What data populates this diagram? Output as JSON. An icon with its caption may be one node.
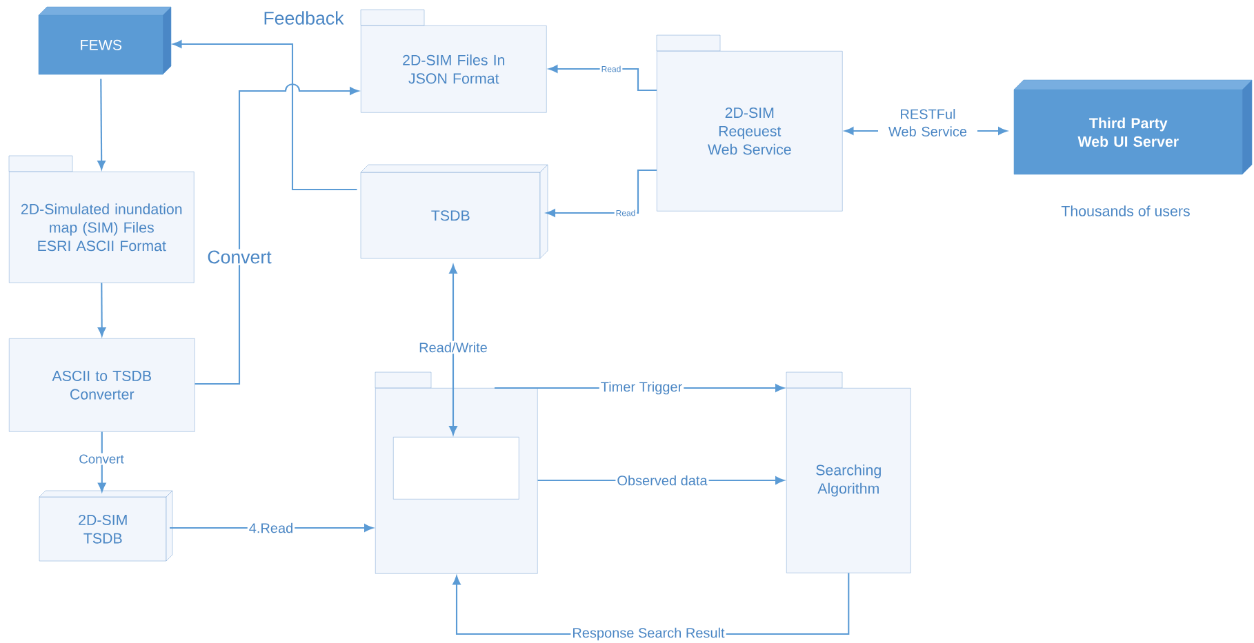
{
  "diagram": {
    "nodes": [
      {
        "text": [
          "FEWS"
        ]
      },
      {
        "text": [
          "2D-SIM Files In JSON Format"
        ]
      },
      {
        "text": [
          "2D-SIM Reqeuest Web Service"
        ]
      },
      {
        "text": [
          "Third Party Web UI Server"
        ],
        "beside": [
          "Thousands of users"
        ]
      },
      {
        "text": [
          "TSDB"
        ]
      },
      {
        "text": [
          "2D-Simulated inundation map (SIM) Files ESRI ASCII Format"
        ]
      },
      {
        "text": [
          "ASCII to TSDB Converter"
        ]
      },
      {
        "text": [
          "2D-SIM TSDB"
        ]
      },
      {
        "text": [],
        "shape": "box"
      },
      {
        "text": [],
        "shape": "box",
        "in": 8
      },
      {
        "text": [
          "Searching Algorithm"
        ]
      }
    ],
    "edges": [
      {
        "from": 0,
        "to": 5,
        "arrow": "to"
      },
      {
        "from": 5,
        "to": 6,
        "arrow": "to"
      },
      {
        "from": 6,
        "to": 7,
        "arrow": "to",
        "label": "Convert"
      },
      {
        "from": 6,
        "to": 1,
        "arrow": "to",
        "label": "Convert"
      },
      {
        "from": 4,
        "to": 0,
        "arrow": "to",
        "label": "Feedback"
      },
      {
        "from": 2,
        "to": 1,
        "arrow": "to",
        "label": "Read"
      },
      {
        "from": 2,
        "to": 4,
        "arrow": "to",
        "label": "Read"
      },
      {
        "from": 2,
        "to": 3,
        "arrow": "both",
        "label": "RESTFul Web Service"
      },
      {
        "from": 4,
        "to": 9,
        "arrow": "both",
        "label": "Read/Write"
      },
      {
        "from": 7,
        "to": 8,
        "arrow": "to",
        "label": "4.Read"
      },
      {
        "from": 8,
        "to": 10,
        "arrow": "to",
        "label": "Timer Trigger"
      },
      {
        "from": 8,
        "to": 10,
        "arrow": "to",
        "label": "Observed data"
      },
      {
        "from": 10,
        "to": 8,
        "arrow": "to",
        "label": "Response Search Result"
      }
    ]
  }
}
